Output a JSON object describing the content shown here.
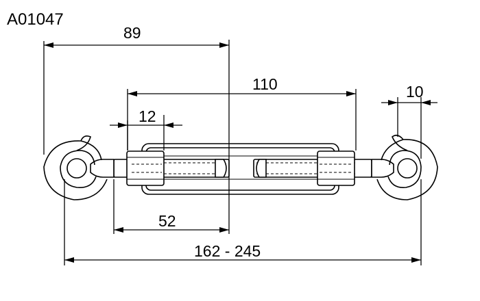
{
  "drawing": {
    "code": "A01047",
    "dimensions": {
      "hook_to_body_center": "89",
      "body_length": "110",
      "hook_opening": "10",
      "nut_width": "12",
      "thread_length": "52",
      "overall_length": "162 - 245"
    }
  }
}
